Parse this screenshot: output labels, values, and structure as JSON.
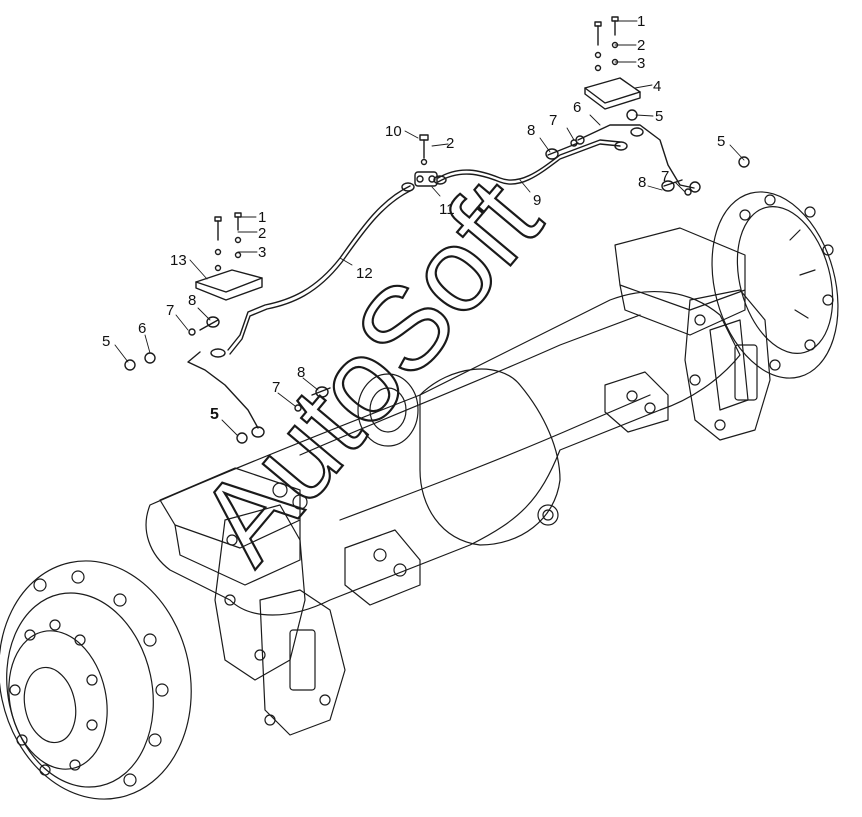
{
  "diagram": {
    "watermark": "AutoSoft",
    "callouts": {
      "c1a": "1",
      "c2a": "2",
      "c3a": "3",
      "c4": "4",
      "c5a": "5",
      "c6a": "6",
      "c7a": "7",
      "c8a": "8",
      "c10": "10",
      "c2b": "2",
      "c9": "9",
      "c11": "11",
      "c5b": "5",
      "c8b": "8",
      "c7b": "7",
      "c1b": "1",
      "c2c": "2",
      "c3b": "3",
      "c13": "13",
      "c12": "12",
      "c8c": "8",
      "c7c": "7",
      "c6b": "6",
      "c5c": "5",
      "c7d": "7",
      "c8d": "8",
      "c5d": "5"
    }
  }
}
